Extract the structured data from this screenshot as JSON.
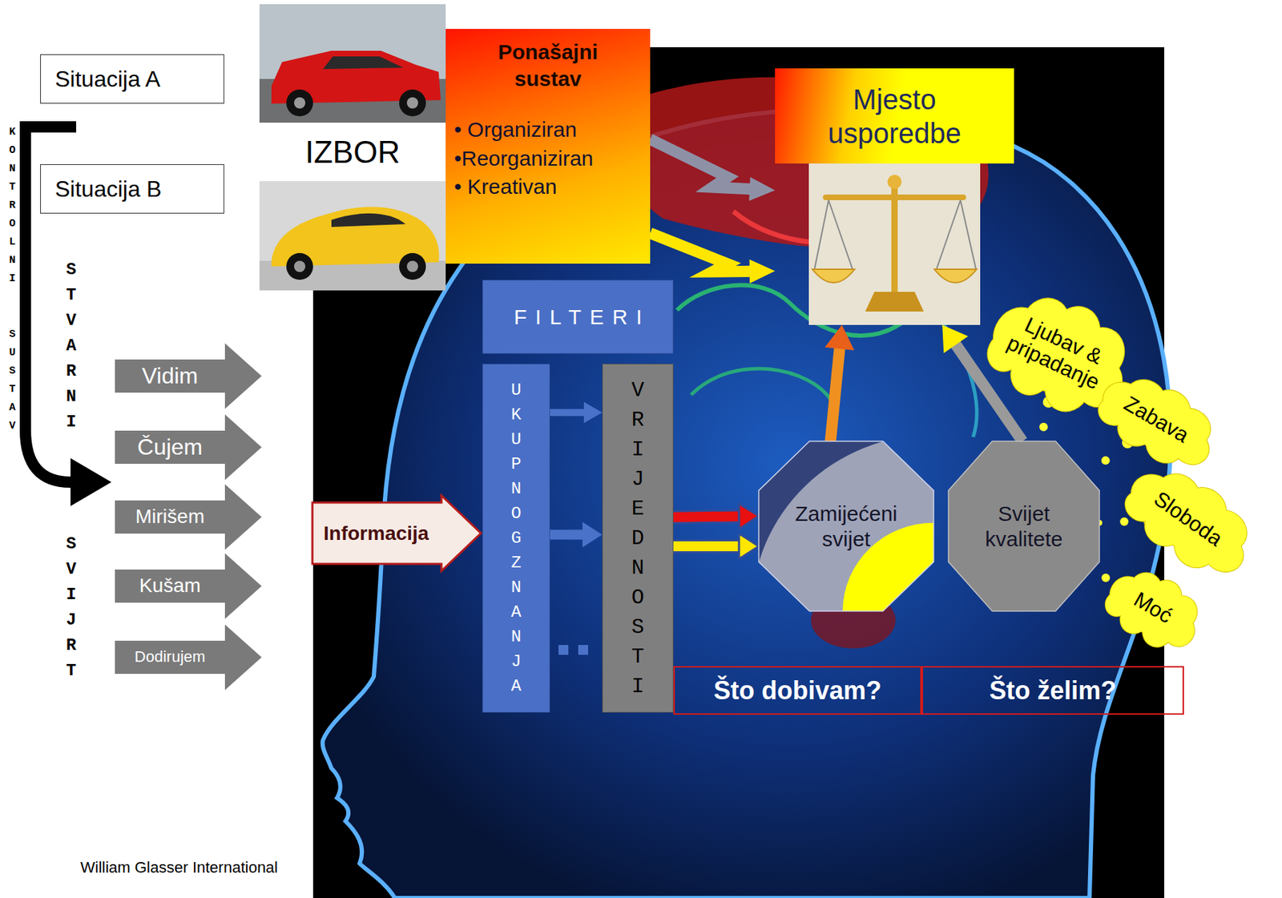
{
  "diagram": {
    "nodes": [
      {
        "text": [
          "Situacija A"
        ]
      },
      {
        "text": [
          "Situacija B"
        ]
      },
      {
        "text": [
          "IZBOR"
        ]
      },
      {
        "text": [
          "Ponašajni sustav",
          "• Organiziran",
          "•Reorganiziran",
          "• Kreativan"
        ]
      },
      {
        "text": [
          "Mjesto usporedbe"
        ]
      },
      {
        "text": [
          "Vidim"
        ]
      },
      {
        "text": [
          "Čujem"
        ]
      },
      {
        "text": [
          "Mirišem"
        ]
      },
      {
        "text": [
          "Kušam"
        ]
      },
      {
        "text": [
          "Dodirujem"
        ]
      },
      {
        "text": [
          "FILTERI"
        ]
      },
      {
        "text": [
          "UKUPNOG ZNANJA"
        ]
      },
      {
        "text": [
          "VRIJEDNOSTI"
        ]
      },
      {
        "text": [
          "Informacija"
        ]
      },
      {
        "text": [
          "Ljubav & pripadanje"
        ]
      },
      {
        "text": [
          "Zabava"
        ]
      },
      {
        "text": [
          "Zamijećeni svijet"
        ]
      },
      {
        "text": [
          "Svijet kvalitete"
        ]
      },
      {
        "text": [
          "Sloboda"
        ]
      },
      {
        "text": [
          "Moć"
        ]
      },
      {
        "text": [
          "Što dobivam?"
        ]
      },
      {
        "text": [
          "Što želim?"
        ]
      }
    ],
    "edges": [
      {
        "from": 3,
        "to": 4,
        "arrow": "to"
      },
      {
        "from": 3,
        "to": 4,
        "arrow": "to"
      },
      {
        "from": 11,
        "to": 12,
        "arrow": "to"
      },
      {
        "from": 11,
        "to": 12,
        "arrow": "to"
      },
      {
        "from": 12,
        "to": 16,
        "arrow": "to"
      },
      {
        "from": 12,
        "to": 16,
        "arrow": "to"
      },
      {
        "from": 16,
        "to": 4,
        "arrow": "to"
      },
      {
        "from": 17,
        "to": 4,
        "arrow": "to"
      },
      {
        "from": 17,
        "to": 14,
        "arrow": "none"
      },
      {
        "from": 17,
        "to": 15,
        "arrow": "none"
      },
      {
        "from": 17,
        "to": 18,
        "arrow": "none"
      },
      {
        "from": 17,
        "to": 19,
        "arrow": "none"
      }
    ],
    "labels": [
      "KONTROLNI",
      "SUSTAV",
      "STVARNI",
      "SVIJRT",
      "William Glasser International"
    ]
  }
}
